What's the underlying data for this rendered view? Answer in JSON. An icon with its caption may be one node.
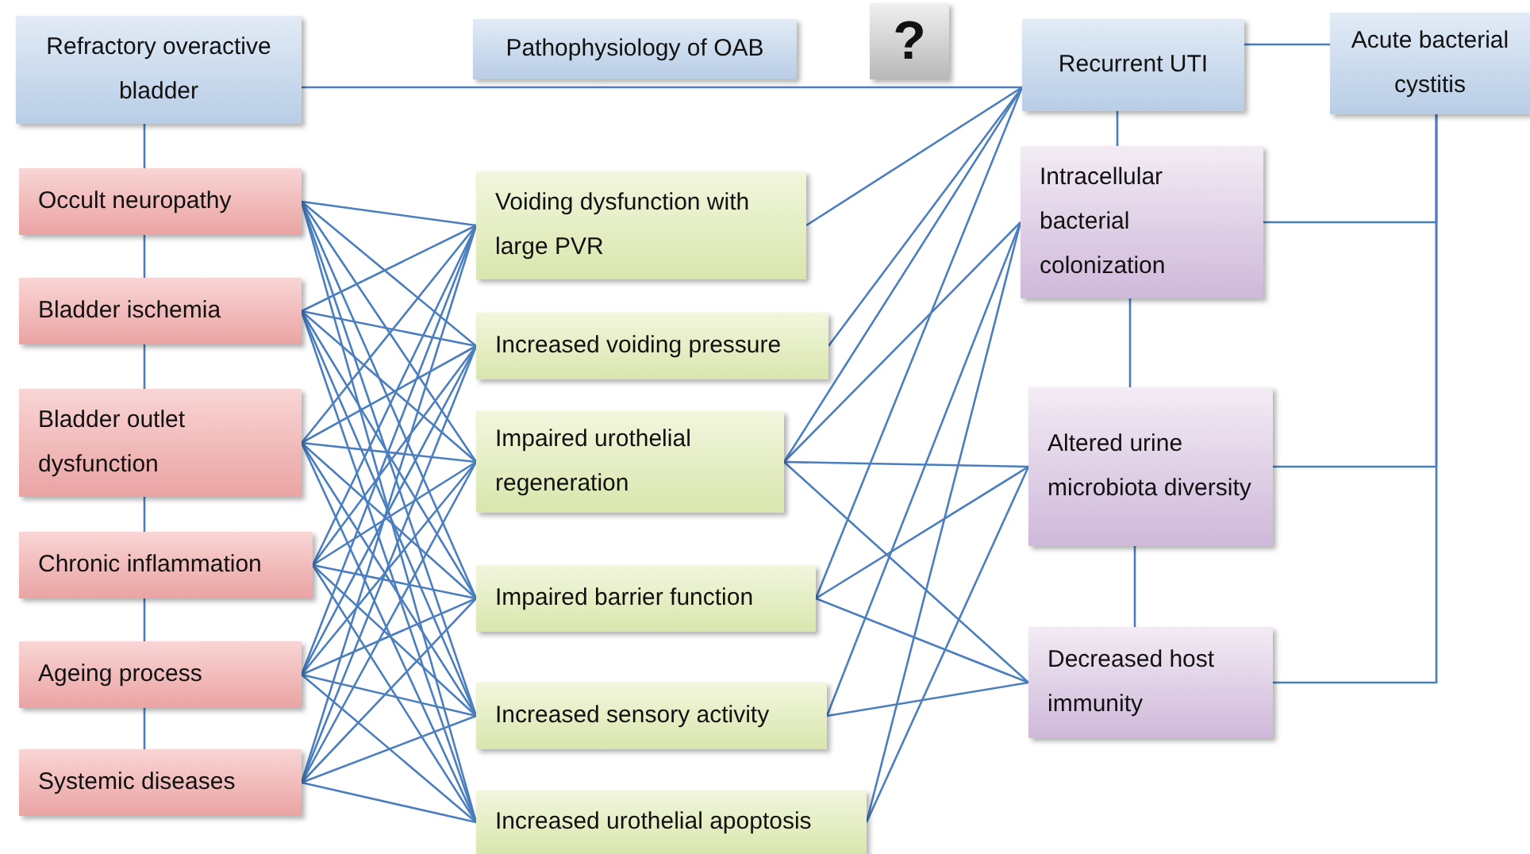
{
  "diagram": {
    "nodes": [
      {
        "text": [
          "Refractory overactive bladder"
        ]
      },
      {
        "text": [
          "Pathophysiology of OAB"
        ]
      },
      {
        "text": [
          "Recurrent UTI"
        ]
      },
      {
        "text": [
          "Acute bacterial cystitis"
        ]
      },
      {
        "text": [
          "Occult neuropathy"
        ]
      },
      {
        "text": [
          "Bladder ischemia"
        ]
      },
      {
        "text": [
          "Bladder outlet dysfunction"
        ]
      },
      {
        "text": [
          "Chronic inflammation"
        ]
      },
      {
        "text": [
          "Ageing process"
        ]
      },
      {
        "text": [
          "Systemic diseases"
        ]
      },
      {
        "text": [
          "Voiding dysfunction with large PVR"
        ]
      },
      {
        "text": [
          "Increased voiding pressure"
        ]
      },
      {
        "text": [
          "Impaired urothelial regeneration"
        ]
      },
      {
        "text": [
          "Impaired barrier function"
        ]
      },
      {
        "text": [
          "Increased sensory activity"
        ]
      },
      {
        "text": [
          "Increased urothelial apoptosis"
        ]
      },
      {
        "text": [
          "?"
        ]
      },
      {
        "text": [
          "Intracellular bacterial colonization"
        ]
      },
      {
        "text": [
          "Altered urine microbiota diversity"
        ]
      },
      {
        "text": [
          "Decreased host immunity"
        ]
      }
    ],
    "edges": [
      {
        "from": 0,
        "to": 4,
        "arrow": "none"
      },
      {
        "from": 4,
        "to": 5,
        "arrow": "none"
      },
      {
        "from": 5,
        "to": 6,
        "arrow": "none"
      },
      {
        "from": 6,
        "to": 7,
        "arrow": "none"
      },
      {
        "from": 7,
        "to": 8,
        "arrow": "none"
      },
      {
        "from": 8,
        "to": 9,
        "arrow": "none"
      },
      {
        "from": 0,
        "to": 2,
        "arrow": "none"
      },
      {
        "from": 2,
        "to": 3,
        "arrow": "none"
      },
      {
        "from": 2,
        "to": 17,
        "arrow": "none"
      },
      {
        "from": 17,
        "to": 18,
        "arrow": "none"
      },
      {
        "from": 18,
        "to": 19,
        "arrow": "none"
      },
      {
        "from": 3,
        "to": 17,
        "arrow": "none"
      },
      {
        "from": 3,
        "to": 18,
        "arrow": "none"
      },
      {
        "from": 3,
        "to": 19,
        "arrow": "none"
      },
      {
        "from": 4,
        "to": 10,
        "arrow": "none"
      },
      {
        "from": 4,
        "to": 11,
        "arrow": "none"
      },
      {
        "from": 4,
        "to": 12,
        "arrow": "none"
      },
      {
        "from": 4,
        "to": 13,
        "arrow": "none"
      },
      {
        "from": 4,
        "to": 14,
        "arrow": "none"
      },
      {
        "from": 4,
        "to": 15,
        "arrow": "none"
      },
      {
        "from": 5,
        "to": 10,
        "arrow": "none"
      },
      {
        "from": 5,
        "to": 11,
        "arrow": "none"
      },
      {
        "from": 5,
        "to": 12,
        "arrow": "none"
      },
      {
        "from": 5,
        "to": 13,
        "arrow": "none"
      },
      {
        "from": 5,
        "to": 14,
        "arrow": "none"
      },
      {
        "from": 5,
        "to": 15,
        "arrow": "none"
      },
      {
        "from": 6,
        "to": 10,
        "arrow": "none"
      },
      {
        "from": 6,
        "to": 11,
        "arrow": "none"
      },
      {
        "from": 6,
        "to": 12,
        "arrow": "none"
      },
      {
        "from": 6,
        "to": 13,
        "arrow": "none"
      },
      {
        "from": 6,
        "to": 14,
        "arrow": "none"
      },
      {
        "from": 6,
        "to": 15,
        "arrow": "none"
      },
      {
        "from": 7,
        "to": 10,
        "arrow": "none"
      },
      {
        "from": 7,
        "to": 11,
        "arrow": "none"
      },
      {
        "from": 7,
        "to": 12,
        "arrow": "none"
      },
      {
        "from": 7,
        "to": 13,
        "arrow": "none"
      },
      {
        "from": 7,
        "to": 14,
        "arrow": "none"
      },
      {
        "from": 7,
        "to": 15,
        "arrow": "none"
      },
      {
        "from": 8,
        "to": 10,
        "arrow": "none"
      },
      {
        "from": 8,
        "to": 11,
        "arrow": "none"
      },
      {
        "from": 8,
        "to": 12,
        "arrow": "none"
      },
      {
        "from": 8,
        "to": 13,
        "arrow": "none"
      },
      {
        "from": 8,
        "to": 14,
        "arrow": "none"
      },
      {
        "from": 8,
        "to": 15,
        "arrow": "none"
      },
      {
        "from": 9,
        "to": 10,
        "arrow": "none"
      },
      {
        "from": 9,
        "to": 11,
        "arrow": "none"
      },
      {
        "from": 9,
        "to": 12,
        "arrow": "none"
      },
      {
        "from": 9,
        "to": 13,
        "arrow": "none"
      },
      {
        "from": 9,
        "to": 14,
        "arrow": "none"
      },
      {
        "from": 9,
        "to": 15,
        "arrow": "none"
      },
      {
        "from": 10,
        "to": 2,
        "arrow": "none"
      },
      {
        "from": 11,
        "to": 2,
        "arrow": "none"
      },
      {
        "from": 12,
        "to": 2,
        "arrow": "none"
      },
      {
        "from": 13,
        "to": 2,
        "arrow": "none"
      },
      {
        "from": 12,
        "to": 17,
        "arrow": "none"
      },
      {
        "from": 14,
        "to": 17,
        "arrow": "none"
      },
      {
        "from": 15,
        "to": 17,
        "arrow": "none"
      },
      {
        "from": 12,
        "to": 18,
        "arrow": "none"
      },
      {
        "from": 13,
        "to": 18,
        "arrow": "none"
      },
      {
        "from": 15,
        "to": 18,
        "arrow": "none"
      },
      {
        "from": 12,
        "to": 19,
        "arrow": "none"
      },
      {
        "from": 13,
        "to": 19,
        "arrow": "none"
      },
      {
        "from": 14,
        "to": 19,
        "arrow": "none"
      }
    ]
  }
}
